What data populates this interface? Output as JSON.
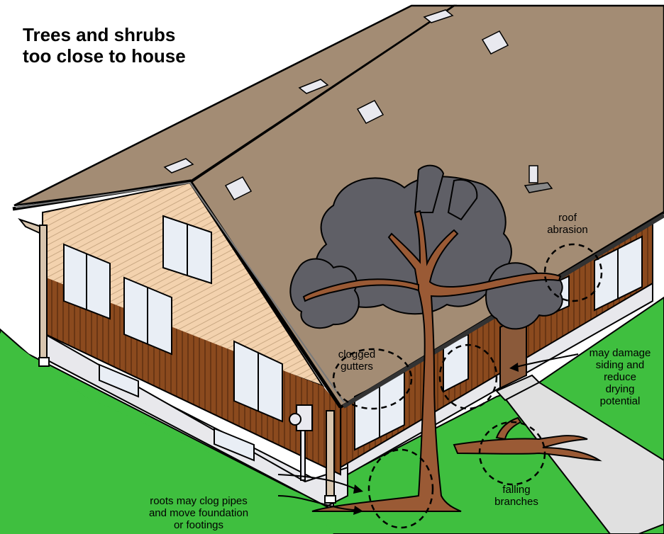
{
  "title": {
    "line1": "Trees and shrubs",
    "line2": "too close to house"
  },
  "labels": {
    "roof_abrasion": [
      "roof",
      "abrasion"
    ],
    "clogged_gutters": [
      "clogged",
      "gutters"
    ],
    "siding": [
      "may damage",
      "siding and",
      "reduce",
      "drying",
      "potential"
    ],
    "falling_branches": [
      "falling",
      "branches"
    ],
    "roots": [
      "roots may clog pipes",
      "and move foundation",
      "or footings"
    ]
  },
  "colors": {
    "roof": "#a38c74",
    "siding": "#8b4a1e",
    "gable": "#f3d2ae",
    "foundation": "#e8e8ec",
    "grass": "#3fbf3f",
    "foliage": "#5f5f66",
    "trunk": "#9a5a35",
    "walk": "#e0e0e0"
  }
}
